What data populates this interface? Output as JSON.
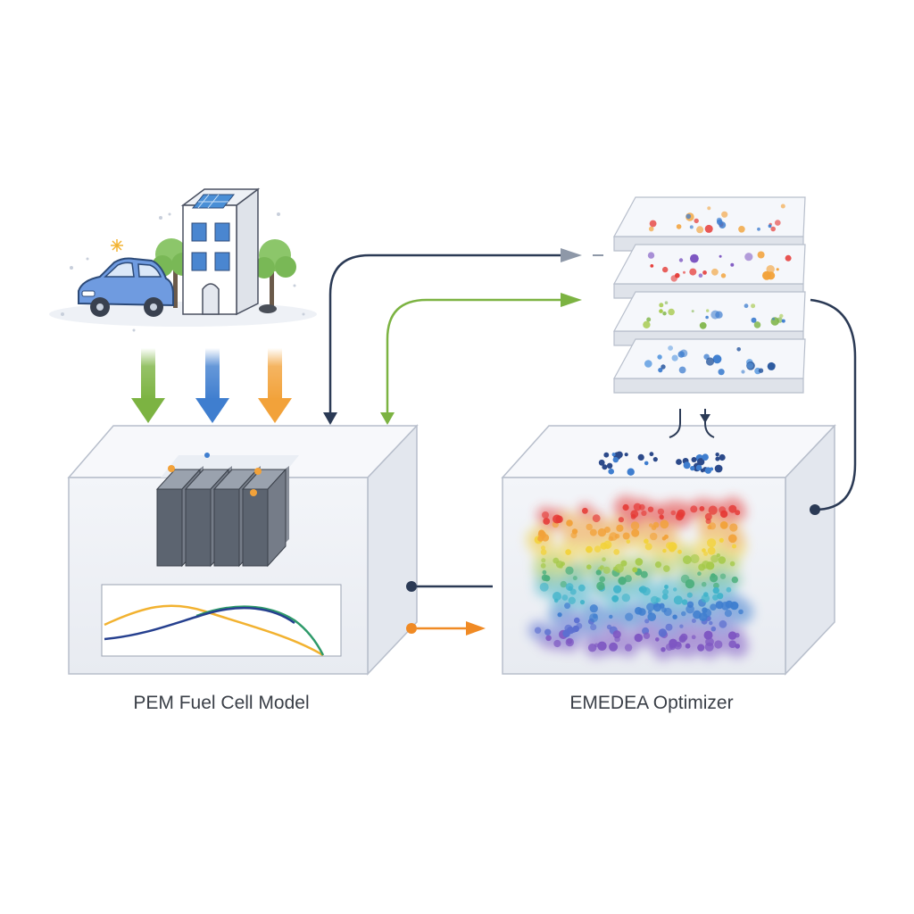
{
  "fuel_cell": {
    "caption": "PEM Fuel Cell Model"
  },
  "optimizer": {
    "caption": "EMEDEA Optimizer"
  },
  "scenario": {
    "icons": [
      "car-icon",
      "building-icon",
      "tree-icon",
      "solar-panel-icon"
    ]
  },
  "input_arrows": {
    "colors": [
      "#7cb342",
      "#3f7ecf",
      "#f2a23a"
    ]
  },
  "population_layers": {
    "count": 4,
    "dot_palettes": [
      [
        "#f2a23a",
        "#e53935",
        "#3f7ecf"
      ],
      [
        "#e53935",
        "#7e57c2",
        "#f2a23a"
      ],
      [
        "#7cb342",
        "#a5c94a",
        "#3f7ecf"
      ],
      [
        "#3f7ecf",
        "#5c9be0",
        "#2c5aa0"
      ]
    ]
  },
  "colors": {
    "navy": "#2b3a55",
    "green": "#7cb342",
    "orange": "#f08a24",
    "blue": "#3f7ecf",
    "curve_orange": "#f2b230",
    "curve_green": "#2e9a6a",
    "curve_navy": "#26408f"
  }
}
